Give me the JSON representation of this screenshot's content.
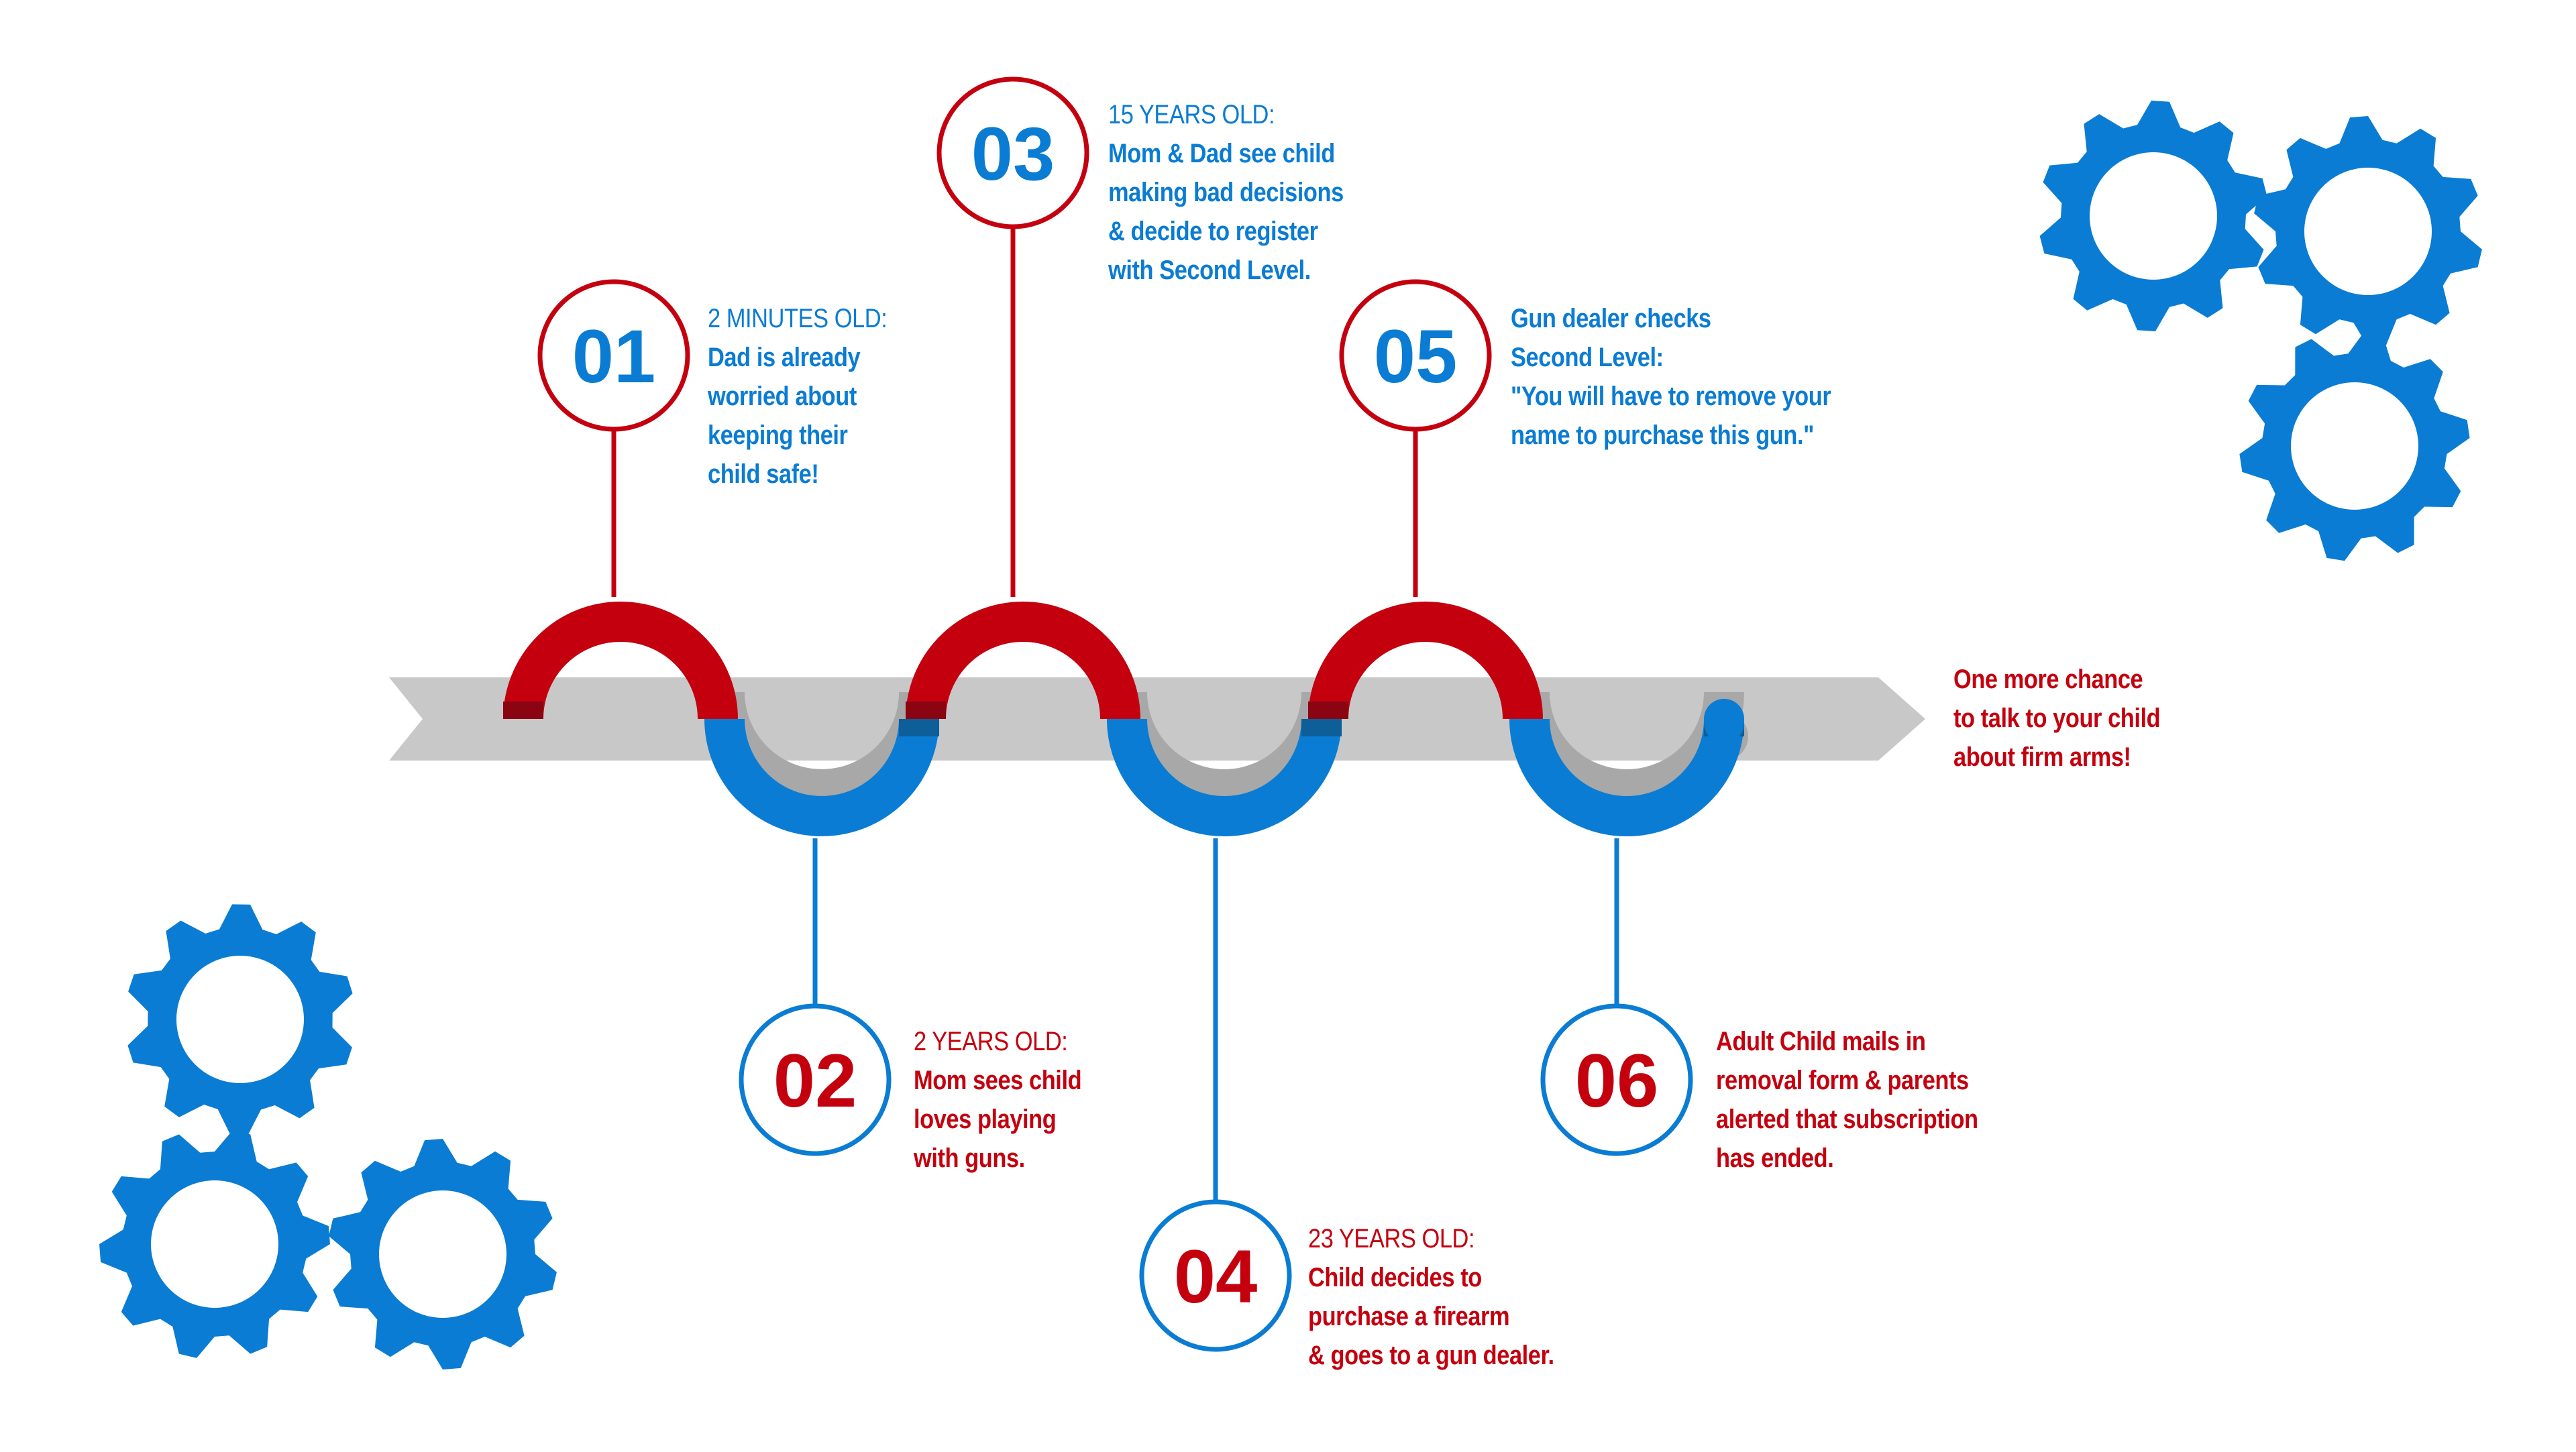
{
  "colors": {
    "red": "#c4000f",
    "red_dark": "#8a0412",
    "blue": "#0a7cd3",
    "blue_dark": "#0d5e99",
    "grey": "#c8c8c8",
    "grey_dark": "#a8a8a8",
    "gear": "#0a7cd3"
  },
  "icons": [
    "gear-icon",
    "arrow-timeline",
    "s-curve-connector"
  ],
  "steps": [
    {
      "number": "01",
      "heading": "2 MINUTES OLD:",
      "body": "Dad is already\nworried about\nkeeping their\nchild safe!"
    },
    {
      "number": "02",
      "heading": "2 YEARS OLD:",
      "body": "Mom sees child\nloves playing\nwith guns."
    },
    {
      "number": "03",
      "heading": "15 YEARS OLD:",
      "body": "Mom & Dad see child\nmaking bad decisions\n& decide to register\nwith Second Level."
    },
    {
      "number": "04",
      "heading": "23 YEARS OLD:",
      "body": "Child decides to\npurchase a firearm\n& goes to a gun dealer."
    },
    {
      "number": "05",
      "heading": "",
      "body": "Gun dealer checks\nSecond Level:\n\"You will have to remove your\nname to purchase this gun.\""
    },
    {
      "number": "06",
      "heading": "",
      "body": "Adult Child mails in\nremoval form & parents\nalerted that subscription\nhas ended."
    }
  ],
  "end_note": "One more chance\nto talk to your child\nabout firm arms!"
}
